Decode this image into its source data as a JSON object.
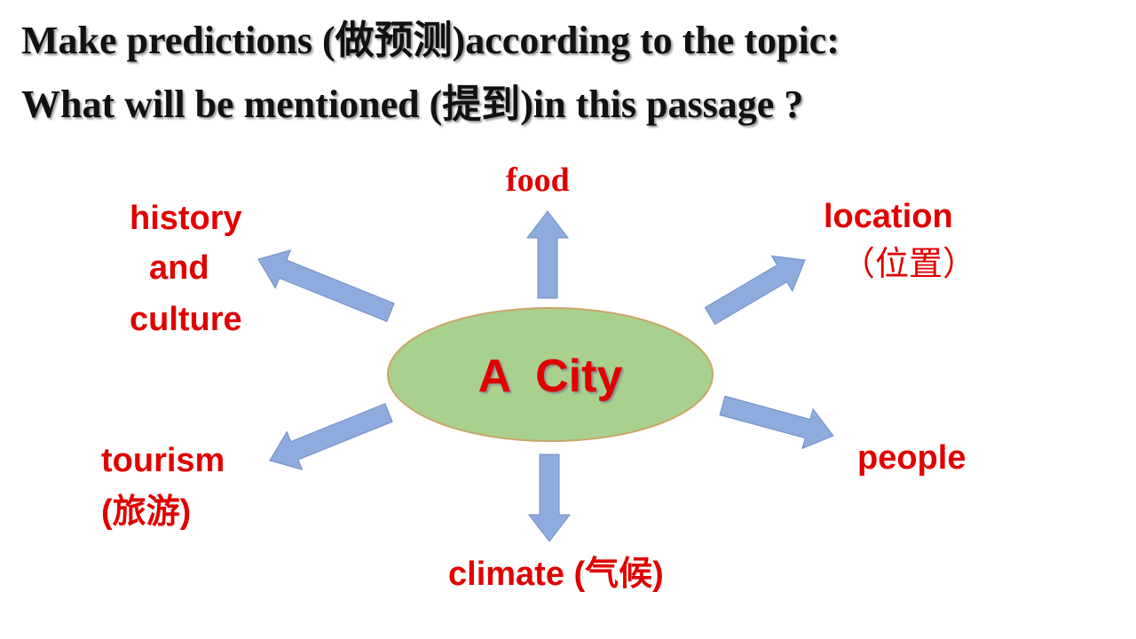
{
  "heading": {
    "line1": "Make predictions (做预测)according to the topic:",
    "line2": "What will be mentioned (提到)in this passage ?"
  },
  "center": {
    "label": "A  City",
    "fill_color": "#a9d18e",
    "border_color": "#c9a66b"
  },
  "arrow_color": "#8faadc",
  "arrow_border_color": "#6f8fc7",
  "label_color": "#e00000",
  "topics": {
    "food": "food",
    "location": "location",
    "location_cn": "（位置）",
    "history_1": "history",
    "history_2": "and",
    "history_3": "culture",
    "tourism_1": "tourism",
    "tourism_2": "(旅游)",
    "people": "people",
    "climate": "climate (气候)"
  }
}
